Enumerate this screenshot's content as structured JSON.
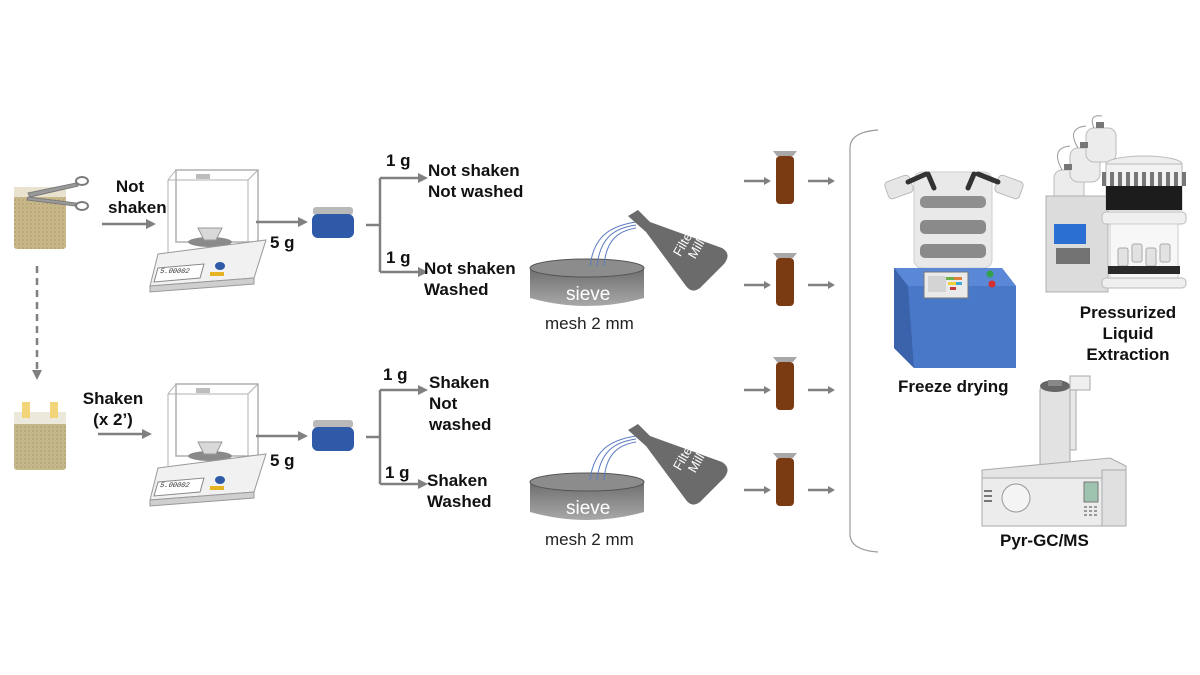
{
  "diagram": {
    "start": {
      "cut_bag_label": "",
      "branch_not_shaken": [
        "Not",
        "shaken"
      ],
      "branch_shaken": [
        "Shaken",
        "(x 2’)"
      ]
    },
    "balance": {
      "display_reading": "5.00002"
    },
    "subsample_mass": "5 g",
    "aliquot_mass": "1 g",
    "treatments": [
      {
        "lines": [
          "Not shaken",
          "Not washed"
        ]
      },
      {
        "lines": [
          "Not shaken",
          "Washed"
        ]
      },
      {
        "lines": [
          "Shaken",
          "Not",
          "washed"
        ]
      },
      {
        "lines": [
          "Shaken",
          "Washed"
        ]
      }
    ],
    "wash": {
      "sieve_label": "sieve",
      "mesh_label": "mesh 2 mm",
      "flask_label": [
        "Filtered",
        "MilliQ"
      ]
    },
    "instruments": {
      "freeze_drying": "Freeze drying",
      "ple": [
        "Pressurized",
        "Liquid",
        "Extraction"
      ],
      "pyr_gcms": "Pyr-GC/MS"
    },
    "colors": {
      "arrow": "#808080",
      "jar_blue": "#2f5aa8",
      "vial_brown": "#7a3a12",
      "freeze_dryer_blue": "#4a78c8",
      "sieve_dark": "#5a5a5a"
    }
  }
}
